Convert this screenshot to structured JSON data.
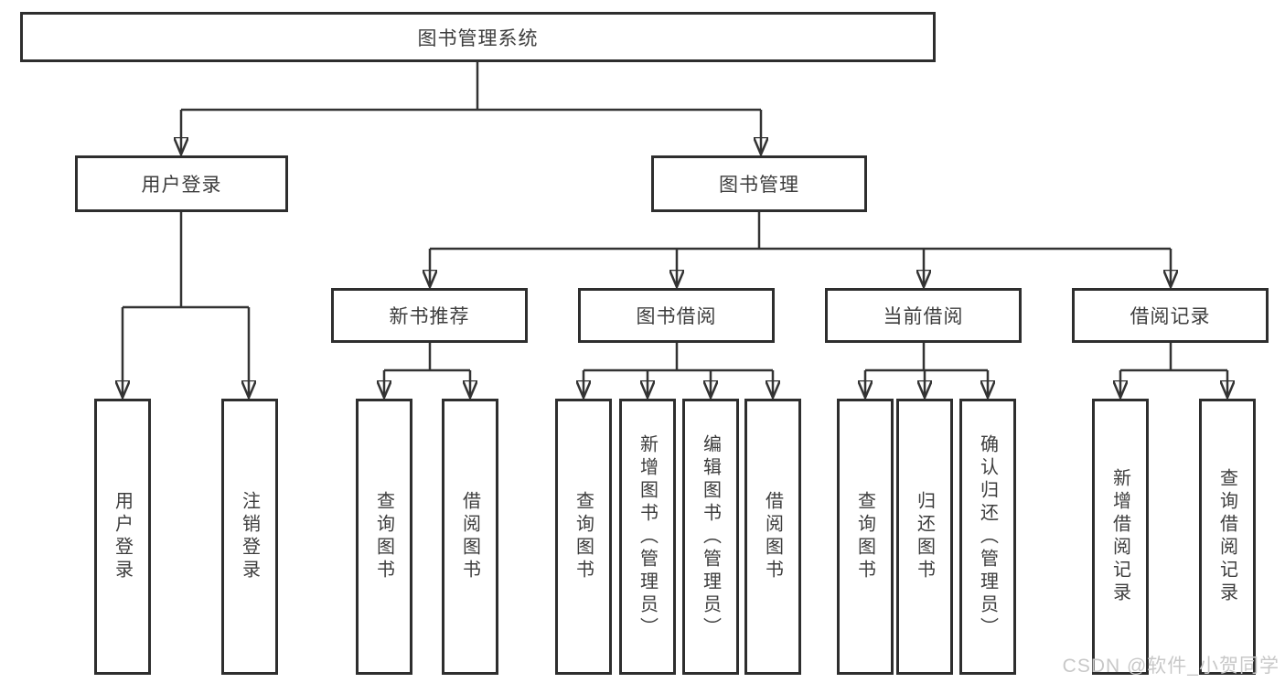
{
  "diagram": {
    "root": {
      "label": "图书管理系统"
    },
    "level2": [
      {
        "label": "用户登录"
      },
      {
        "label": "图书管理"
      }
    ],
    "level3": [
      {
        "label": "新书推荐",
        "parent": "图书管理"
      },
      {
        "label": "图书借阅",
        "parent": "图书管理"
      },
      {
        "label": "当前借阅",
        "parent": "图书管理"
      },
      {
        "label": "借阅记录",
        "parent": "图书管理"
      }
    ],
    "leaves": [
      {
        "label": "用户登录",
        "parent": "用户登录"
      },
      {
        "label": "注销登录",
        "parent": "用户登录"
      },
      {
        "label": "查询图书",
        "parent": "新书推荐"
      },
      {
        "label": "借阅图书",
        "parent": "新书推荐"
      },
      {
        "label": "查询图书",
        "parent": "图书借阅"
      },
      {
        "label": "新增图书（管理员）",
        "parent": "图书借阅"
      },
      {
        "label": "编辑图书（管理员）",
        "parent": "图书借阅"
      },
      {
        "label": "借阅图书",
        "parent": "图书借阅"
      },
      {
        "label": "查询图书",
        "parent": "当前借阅"
      },
      {
        "label": "归还图书",
        "parent": "当前借阅"
      },
      {
        "label": "确认归还（管理员）",
        "parent": "当前借阅"
      },
      {
        "label": "新增借阅记录",
        "parent": "借阅记录"
      },
      {
        "label": "查询借阅记录",
        "parent": "借阅记录"
      }
    ],
    "colors": {
      "box_border": "#2e2e2e",
      "connector": "#333333",
      "text": "#3d3d3d",
      "watermark_text": "#c8c8c8",
      "background": "#ffffff"
    }
  },
  "watermark": {
    "text": "CSDN @软件_小贺同学"
  }
}
